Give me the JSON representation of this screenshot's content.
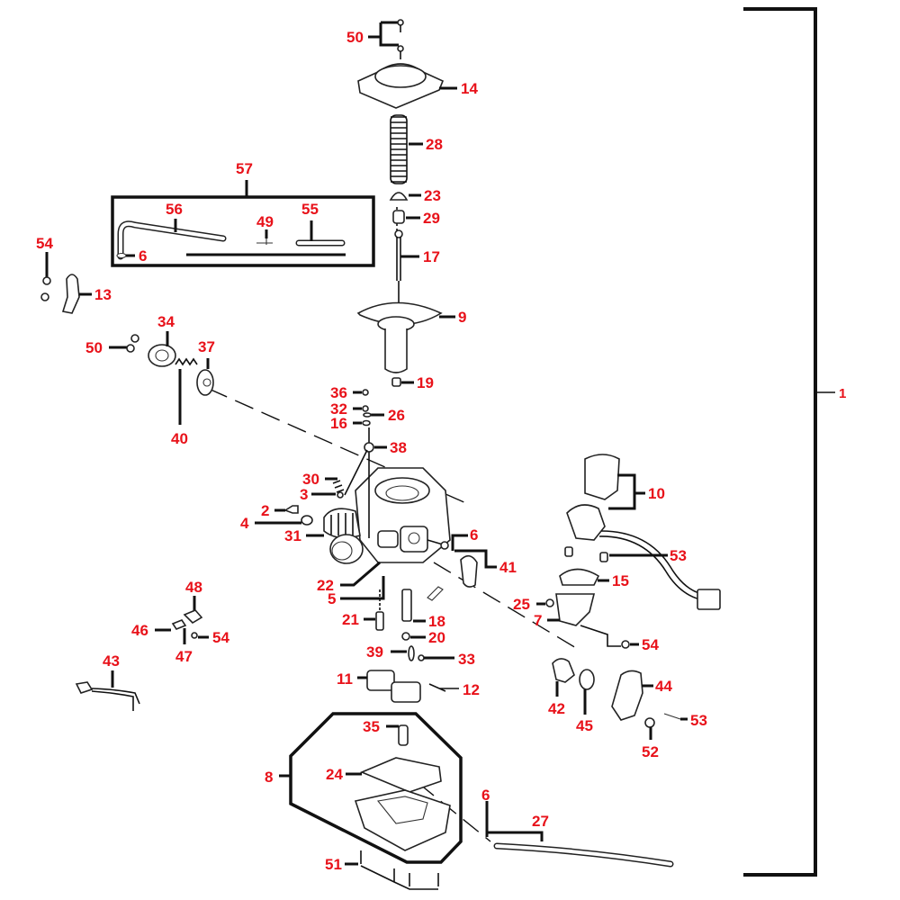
{
  "diagram": {
    "title": "Carburetor exploded parts diagram",
    "label_color": "#e8121a",
    "line_color": "#111111",
    "assembly_label": "1",
    "labels": [
      {
        "id": "50-top",
        "text": "50",
        "part": "screw"
      },
      {
        "id": "14",
        "text": "14",
        "part": "top-cover"
      },
      {
        "id": "28",
        "text": "28",
        "part": "spring"
      },
      {
        "id": "57",
        "text": "57",
        "part": "hose-kit"
      },
      {
        "id": "56",
        "text": "56",
        "part": "hose"
      },
      {
        "id": "49",
        "text": "49",
        "part": "t-joint"
      },
      {
        "id": "55",
        "text": "55",
        "part": "hose"
      },
      {
        "id": "6-kit",
        "text": "6",
        "part": "clip"
      },
      {
        "id": "23",
        "text": "23",
        "part": "needle-retainer"
      },
      {
        "id": "29",
        "text": "29",
        "part": "spring"
      },
      {
        "id": "17",
        "text": "17",
        "part": "jet-needle"
      },
      {
        "id": "54-left",
        "text": "54",
        "part": "bolt"
      },
      {
        "id": "13",
        "text": "13",
        "part": "bracket"
      },
      {
        "id": "9",
        "text": "9",
        "part": "diaphragm-slide"
      },
      {
        "id": "34",
        "text": "34",
        "part": "cover"
      },
      {
        "id": "50-left",
        "text": "50",
        "part": "screw"
      },
      {
        "id": "37",
        "text": "37",
        "part": "diaphragm"
      },
      {
        "id": "19",
        "text": "19",
        "part": "seal"
      },
      {
        "id": "40",
        "text": "40",
        "part": "spring"
      },
      {
        "id": "36",
        "text": "36",
        "part": "screw"
      },
      {
        "id": "32",
        "text": "32",
        "part": "screw"
      },
      {
        "id": "26",
        "text": "26",
        "part": "washer"
      },
      {
        "id": "16",
        "text": "16",
        "part": "o-ring"
      },
      {
        "id": "38",
        "text": "38",
        "part": "screw"
      },
      {
        "id": "30",
        "text": "30",
        "part": "spring"
      },
      {
        "id": "3",
        "text": "3",
        "part": "screw"
      },
      {
        "id": "2",
        "text": "2",
        "part": "nut"
      },
      {
        "id": "4",
        "text": "4",
        "part": "washer"
      },
      {
        "id": "31",
        "text": "31",
        "part": "throttle-body"
      },
      {
        "id": "22",
        "text": "22",
        "part": "jet"
      },
      {
        "id": "5",
        "text": "5",
        "part": "jet"
      },
      {
        "id": "21",
        "text": "21",
        "part": "jet"
      },
      {
        "id": "18",
        "text": "18",
        "part": "needle-jet"
      },
      {
        "id": "20",
        "text": "20",
        "part": "main-jet"
      },
      {
        "id": "6-mid",
        "text": "6",
        "part": "clip"
      },
      {
        "id": "41",
        "text": "41",
        "part": "hose"
      },
      {
        "id": "10",
        "text": "10",
        "part": "auto-choke"
      },
      {
        "id": "53-mid",
        "text": "53",
        "part": "screw"
      },
      {
        "id": "15",
        "text": "15",
        "part": "plate"
      },
      {
        "id": "25",
        "text": "25",
        "part": "o-ring"
      },
      {
        "id": "7",
        "text": "7",
        "part": "bracket"
      },
      {
        "id": "54-right",
        "text": "54",
        "part": "bolt"
      },
      {
        "id": "48",
        "text": "48",
        "part": "sensor"
      },
      {
        "id": "46",
        "text": "46",
        "part": "connector"
      },
      {
        "id": "47",
        "text": "47",
        "part": "holder"
      },
      {
        "id": "54-small",
        "text": "54",
        "part": "screw"
      },
      {
        "id": "43",
        "text": "43",
        "part": "wire-harness"
      },
      {
        "id": "39",
        "text": "39",
        "part": "float-pin"
      },
      {
        "id": "33",
        "text": "33",
        "part": "screw"
      },
      {
        "id": "11",
        "text": "11",
        "part": "float"
      },
      {
        "id": "12",
        "text": "12",
        "part": "float-valve"
      },
      {
        "id": "42",
        "text": "42",
        "part": "bracket"
      },
      {
        "id": "45",
        "text": "45",
        "part": "o-ring"
      },
      {
        "id": "44",
        "text": "44",
        "part": "sensor"
      },
      {
        "id": "53-low",
        "text": "53",
        "part": "screw"
      },
      {
        "id": "52",
        "text": "52",
        "part": "screw"
      },
      {
        "id": "35",
        "text": "35",
        "part": "drain-screw"
      },
      {
        "id": "8",
        "text": "8",
        "part": "float-bowl-set"
      },
      {
        "id": "24",
        "text": "24",
        "part": "gasket"
      },
      {
        "id": "6-low",
        "text": "6",
        "part": "clip"
      },
      {
        "id": "27",
        "text": "27",
        "part": "drain-hose"
      },
      {
        "id": "51",
        "text": "51",
        "part": "screw"
      }
    ]
  }
}
